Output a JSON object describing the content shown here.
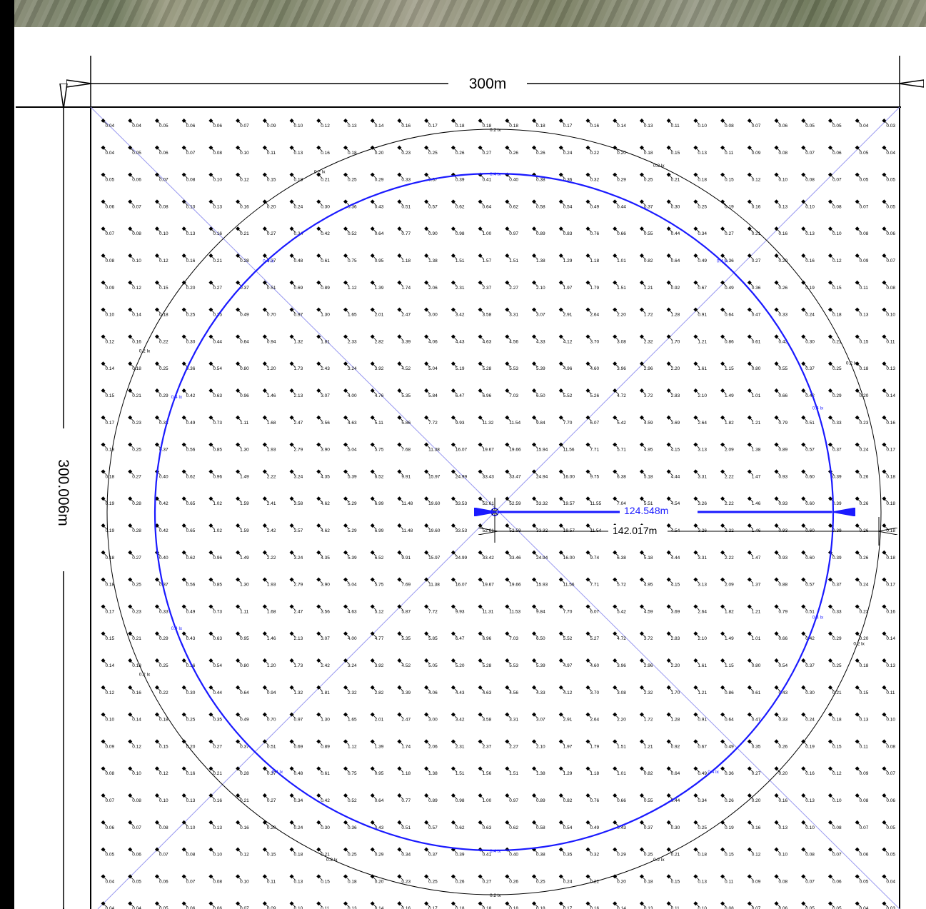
{
  "dimensions": {
    "width_label": "300m",
    "height_label": "300.006m",
    "radius_inner_label": "124.548m",
    "radius_outer_label": "142.017m"
  },
  "isolines": [
    {
      "label": "0.2 lx",
      "color": "#000000"
    },
    {
      "label": "0.4 lx",
      "color": "#1a1aff"
    }
  ],
  "grid": {
    "values": [
      [
        "0.04",
        "0.04",
        "0.05",
        "0.06",
        "0.06",
        "0.07",
        "0.09",
        "0.10",
        "0.12",
        "0.13",
        "0.14",
        "0.16",
        "0.17",
        "0.18",
        "0.18",
        "0.18",
        "0.18",
        "0.17",
        "0.16",
        "0.14",
        "0.13",
        "0.11",
        "0.10",
        "0.08",
        "0.07",
        "0.06",
        "0.05",
        "0.05",
        "0.04",
        "0.03"
      ],
      [
        "0.04",
        "0.05",
        "0.06",
        "0.07",
        "0.08",
        "0.10",
        "0.11",
        "0.13",
        "0.16",
        "0.18",
        "0.20",
        "0.23",
        "0.25",
        "0.26",
        "0.27",
        "0.26",
        "0.26",
        "0.24",
        "0.22",
        "0.20",
        "0.18",
        "0.15",
        "0.13",
        "0.11",
        "0.09",
        "0.08",
        "0.07",
        "0.06",
        "0.05",
        "0.04"
      ],
      [
        "0.05",
        "0.06",
        "0.07",
        "0.08",
        "0.10",
        "0.12",
        "0.15",
        "0.18",
        "0.21",
        "0.25",
        "0.29",
        "0.33",
        "0.37",
        "0.39",
        "0.41",
        "0.40",
        "0.38",
        "0.36",
        "0.32",
        "0.29",
        "0.25",
        "0.21",
        "0.18",
        "0.15",
        "0.12",
        "0.10",
        "0.08",
        "0.07",
        "0.05",
        "0.05"
      ],
      [
        "0.06",
        "0.07",
        "0.08",
        "0.10",
        "0.13",
        "0.16",
        "0.20",
        "0.24",
        "0.30",
        "0.36",
        "0.43",
        "0.51",
        "0.57",
        "0.62",
        "0.64",
        "0.62",
        "0.58",
        "0.54",
        "0.49",
        "0.44",
        "0.37",
        "0.30",
        "0.25",
        "0.19",
        "0.16",
        "0.13",
        "0.10",
        "0.08",
        "0.07",
        "0.05"
      ],
      [
        "0.07",
        "0.08",
        "0.10",
        "0.13",
        "0.16",
        "0.21",
        "0.27",
        "0.34",
        "0.42",
        "0.52",
        "0.64",
        "0.77",
        "0.90",
        "0.98",
        "1.00",
        "0.97",
        "0.89",
        "0.83",
        "0.76",
        "0.66",
        "0.55",
        "0.44",
        "0.34",
        "0.27",
        "0.21",
        "0.16",
        "0.13",
        "0.10",
        "0.08",
        "0.06"
      ],
      [
        "0.08",
        "0.10",
        "0.12",
        "0.16",
        "0.21",
        "0.28",
        "0.37",
        "0.48",
        "0.61",
        "0.75",
        "0.95",
        "1.18",
        "1.38",
        "1.51",
        "1.57",
        "1.51",
        "1.38",
        "1.29",
        "1.18",
        "1.01",
        "0.82",
        "0.64",
        "0.49",
        "0.36",
        "0.27",
        "0.20",
        "0.16",
        "0.12",
        "0.09",
        "0.07"
      ],
      [
        "0.09",
        "0.12",
        "0.15",
        "0.20",
        "0.27",
        "0.37",
        "0.51",
        "0.69",
        "0.89",
        "1.12",
        "1.39",
        "1.74",
        "2.06",
        "2.31",
        "2.37",
        "2.27",
        "2.10",
        "1.97",
        "1.79",
        "1.51",
        "1.21",
        "0.92",
        "0.67",
        "0.49",
        "0.36",
        "0.26",
        "0.19",
        "0.15",
        "0.11",
        "0.08"
      ],
      [
        "0.10",
        "0.14",
        "0.18",
        "0.25",
        "0.35",
        "0.49",
        "0.70",
        "0.97",
        "1.30",
        "1.65",
        "2.01",
        "2.47",
        "3.00",
        "3.42",
        "3.58",
        "3.31",
        "3.07",
        "2.91",
        "2.64",
        "2.20",
        "1.72",
        "1.28",
        "0.91",
        "0.64",
        "0.47",
        "0.33",
        "0.24",
        "0.18",
        "0.13",
        "0.10"
      ],
      [
        "0.12",
        "0.16",
        "0.22",
        "0.30",
        "0.44",
        "0.64",
        "0.94",
        "1.32",
        "1.81",
        "2.33",
        "2.82",
        "3.39",
        "4.06",
        "4.43",
        "4.63",
        "4.56",
        "4.33",
        "4.12",
        "3.70",
        "3.08",
        "2.32",
        "1.70",
        "1.21",
        "0.86",
        "0.61",
        "0.43",
        "0.30",
        "0.21",
        "0.15",
        "0.11"
      ],
      [
        "0.14",
        "0.18",
        "0.25",
        "0.36",
        "0.54",
        "0.80",
        "1.20",
        "1.73",
        "2.43",
        "3.24",
        "3.92",
        "4.52",
        "5.04",
        "5.19",
        "5.28",
        "5.53",
        "5.39",
        "4.96",
        "4.60",
        "3.96",
        "2.96",
        "2.20",
        "1.61",
        "1.15",
        "0.80",
        "0.55",
        "0.37",
        "0.25",
        "0.18",
        "0.13"
      ],
      [
        "0.15",
        "0.21",
        "0.29",
        "0.42",
        "0.63",
        "0.96",
        "1.46",
        "2.13",
        "3.07",
        "4.00",
        "4.76",
        "5.35",
        "5.84",
        "6.47",
        "6.96",
        "7.03",
        "6.50",
        "5.52",
        "5.26",
        "4.72",
        "3.72",
        "2.83",
        "2.10",
        "1.49",
        "1.01",
        "0.66",
        "0.42",
        "0.29",
        "0.20",
        "0.14"
      ],
      [
        "0.17",
        "0.23",
        "0.33",
        "0.49",
        "0.73",
        "1.11",
        "1.68",
        "2.47",
        "3.56",
        "4.63",
        "5.11",
        "5.86",
        "7.72",
        "9.93",
        "11.32",
        "11.54",
        "9.84",
        "7.70",
        "6.07",
        "5.42",
        "4.59",
        "3.69",
        "2.64",
        "1.82",
        "1.21",
        "0.79",
        "0.51",
        "0.33",
        "0.23",
        "0.16"
      ],
      [
        "0.18",
        "0.25",
        "0.37",
        "0.56",
        "0.85",
        "1.30",
        "1.93",
        "2.79",
        "3.90",
        "5.04",
        "5.75",
        "7.68",
        "11.38",
        "16.07",
        "19.67",
        "19.66",
        "15.94",
        "11.56",
        "7.71",
        "5.71",
        "4.95",
        "4.15",
        "3.13",
        "2.09",
        "1.38",
        "0.89",
        "0.57",
        "0.37",
        "0.24",
        "0.17"
      ],
      [
        "0.18",
        "0.27",
        "0.40",
        "0.62",
        "0.96",
        "1.49",
        "2.22",
        "3.24",
        "4.35",
        "5.39",
        "6.52",
        "9.91",
        "15.97",
        "24.99",
        "33.43",
        "33.47",
        "24.94",
        "16.00",
        "9.75",
        "6.38",
        "5.18",
        "4.44",
        "3.31",
        "2.22",
        "1.47",
        "0.93",
        "0.60",
        "0.39",
        "0.26",
        "0.18"
      ],
      [
        "0.19",
        "0.28",
        "0.42",
        "0.65",
        "1.02",
        "1.59",
        "2.41",
        "3.58",
        "4.62",
        "5.29",
        "6.99",
        "11.48",
        "19.60",
        "33.53",
        "52.61",
        "52.59",
        "33.32",
        "19.57",
        "11.55",
        "7.04",
        "5.51",
        "4.54",
        "3.26",
        "2.22",
        "1.46",
        "0.93",
        "0.60",
        "0.39",
        "0.26",
        "0.18"
      ],
      [
        "0.19",
        "0.28",
        "0.42",
        "0.65",
        "1.02",
        "1.59",
        "2.42",
        "3.57",
        "4.62",
        "5.29",
        "6.99",
        "11.48",
        "19.60",
        "33.53",
        "52.61",
        "52.59",
        "33.32",
        "19.57",
        "11.54",
        "7.04",
        "5.52",
        "4.54",
        "3.26",
        "2.22",
        "1.46",
        "0.93",
        "0.60",
        "0.39",
        "0.26",
        "0.18"
      ],
      [
        "0.18",
        "0.27",
        "0.40",
        "0.62",
        "0.96",
        "1.49",
        "2.22",
        "3.24",
        "4.35",
        "5.39",
        "6.52",
        "9.91",
        "15.97",
        "24.99",
        "33.42",
        "33.46",
        "24.94",
        "16.00",
        "9.74",
        "6.38",
        "5.18",
        "4.44",
        "3.31",
        "2.22",
        "1.47",
        "0.93",
        "0.60",
        "0.39",
        "0.26",
        "0.18"
      ],
      [
        "0.18",
        "0.25",
        "0.37",
        "0.56",
        "0.85",
        "1.30",
        "1.93",
        "2.79",
        "3.90",
        "5.04",
        "5.75",
        "7.69",
        "11.38",
        "16.07",
        "19.67",
        "19.66",
        "15.93",
        "11.56",
        "7.71",
        "5.72",
        "4.95",
        "4.15",
        "3.13",
        "2.09",
        "1.37",
        "0.88",
        "0.57",
        "0.37",
        "0.24",
        "0.17"
      ],
      [
        "0.17",
        "0.23",
        "0.33",
        "0.49",
        "0.73",
        "1.11",
        "1.68",
        "2.47",
        "3.56",
        "4.63",
        "5.12",
        "5.87",
        "7.72",
        "9.93",
        "11.31",
        "11.53",
        "9.84",
        "7.70",
        "6.07",
        "5.42",
        "4.59",
        "3.69",
        "2.64",
        "1.82",
        "1.21",
        "0.79",
        "0.51",
        "0.33",
        "0.23",
        "0.16"
      ],
      [
        "0.15",
        "0.21",
        "0.29",
        "0.43",
        "0.63",
        "0.95",
        "1.46",
        "2.13",
        "3.07",
        "4.00",
        "4.77",
        "5.35",
        "5.85",
        "6.47",
        "6.96",
        "7.03",
        "6.50",
        "5.52",
        "5.27",
        "4.72",
        "3.72",
        "2.83",
        "2.10",
        "1.49",
        "1.01",
        "0.66",
        "0.42",
        "0.29",
        "0.20",
        "0.14"
      ],
      [
        "0.14",
        "0.18",
        "0.25",
        "0.36",
        "0.54",
        "0.80",
        "1.20",
        "1.73",
        "2.42",
        "3.24",
        "3.92",
        "4.52",
        "5.05",
        "5.20",
        "5.28",
        "5.53",
        "5.39",
        "4.97",
        "4.60",
        "3.96",
        "2.96",
        "2.20",
        "1.61",
        "1.15",
        "0.80",
        "0.54",
        "0.37",
        "0.25",
        "0.18",
        "0.13"
      ],
      [
        "0.12",
        "0.16",
        "0.22",
        "0.30",
        "0.44",
        "0.64",
        "0.94",
        "1.32",
        "1.81",
        "2.32",
        "2.82",
        "3.39",
        "4.06",
        "4.43",
        "4.63",
        "4.56",
        "4.33",
        "4.12",
        "3.70",
        "3.08",
        "2.32",
        "1.70",
        "1.21",
        "0.86",
        "0.61",
        "0.43",
        "0.30",
        "0.21",
        "0.15",
        "0.11"
      ],
      [
        "0.10",
        "0.14",
        "0.18",
        "0.25",
        "0.35",
        "0.49",
        "0.70",
        "0.97",
        "1.30",
        "1.65",
        "2.01",
        "2.47",
        "3.00",
        "3.42",
        "3.58",
        "3.31",
        "3.07",
        "2.91",
        "2.64",
        "2.20",
        "1.72",
        "1.28",
        "0.91",
        "0.64",
        "0.47",
        "0.33",
        "0.24",
        "0.18",
        "0.13",
        "0.10"
      ],
      [
        "0.09",
        "0.12",
        "0.15",
        "0.20",
        "0.27",
        "0.37",
        "0.51",
        "0.69",
        "0.89",
        "1.12",
        "1.39",
        "1.74",
        "2.06",
        "2.31",
        "2.37",
        "2.27",
        "2.10",
        "1.97",
        "1.79",
        "1.51",
        "1.21",
        "0.92",
        "0.67",
        "0.49",
        "0.35",
        "0.26",
        "0.19",
        "0.15",
        "0.11",
        "0.08"
      ],
      [
        "0.08",
        "0.10",
        "0.12",
        "0.16",
        "0.21",
        "0.28",
        "0.37",
        "0.48",
        "0.61",
        "0.75",
        "0.95",
        "1.18",
        "1.38",
        "1.51",
        "1.56",
        "1.51",
        "1.38",
        "1.29",
        "1.18",
        "1.01",
        "0.82",
        "0.64",
        "0.49",
        "0.36",
        "0.27",
        "0.20",
        "0.16",
        "0.12",
        "0.09",
        "0.07"
      ],
      [
        "0.07",
        "0.08",
        "0.10",
        "0.13",
        "0.16",
        "0.21",
        "0.27",
        "0.34",
        "0.42",
        "0.52",
        "0.64",
        "0.77",
        "0.89",
        "0.98",
        "1.00",
        "0.97",
        "0.89",
        "0.82",
        "0.76",
        "0.66",
        "0.55",
        "0.44",
        "0.34",
        "0.26",
        "0.20",
        "0.16",
        "0.13",
        "0.10",
        "0.08",
        "0.06"
      ],
      [
        "0.06",
        "0.07",
        "0.08",
        "0.10",
        "0.13",
        "0.16",
        "0.20",
        "0.24",
        "0.30",
        "0.36",
        "0.43",
        "0.51",
        "0.57",
        "0.62",
        "0.63",
        "0.62",
        "0.58",
        "0.54",
        "0.49",
        "0.43",
        "0.37",
        "0.30",
        "0.25",
        "0.19",
        "0.16",
        "0.13",
        "0.10",
        "0.08",
        "0.07",
        "0.05"
      ],
      [
        "0.05",
        "0.06",
        "0.07",
        "0.08",
        "0.10",
        "0.12",
        "0.15",
        "0.18",
        "0.21",
        "0.25",
        "0.29",
        "0.34",
        "0.37",
        "0.39",
        "0.41",
        "0.40",
        "0.38",
        "0.35",
        "0.32",
        "0.29",
        "0.25",
        "0.21",
        "0.18",
        "0.15",
        "0.12",
        "0.10",
        "0.08",
        "0.07",
        "0.06",
        "0.05"
      ],
      [
        "0.04",
        "0.05",
        "0.06",
        "0.07",
        "0.08",
        "0.10",
        "0.11",
        "0.13",
        "0.15",
        "0.18",
        "0.20",
        "0.23",
        "0.25",
        "0.26",
        "0.27",
        "0.26",
        "0.25",
        "0.24",
        "0.22",
        "0.20",
        "0.18",
        "0.15",
        "0.13",
        "0.11",
        "0.09",
        "0.08",
        "0.07",
        "0.06",
        "0.05",
        "0.04"
      ],
      [
        "0.04",
        "0.04",
        "0.05",
        "0.06",
        "0.06",
        "0.07",
        "0.09",
        "0.10",
        "0.11",
        "0.13",
        "0.14",
        "0.16",
        "0.17",
        "0.18",
        "0.18",
        "0.18",
        "0.18",
        "0.17",
        "0.16",
        "0.14",
        "0.13",
        "0.11",
        "0.10",
        "0.08",
        "0.07",
        "0.06",
        "0.05",
        "0.05",
        "0.04",
        "0.03"
      ]
    ]
  }
}
